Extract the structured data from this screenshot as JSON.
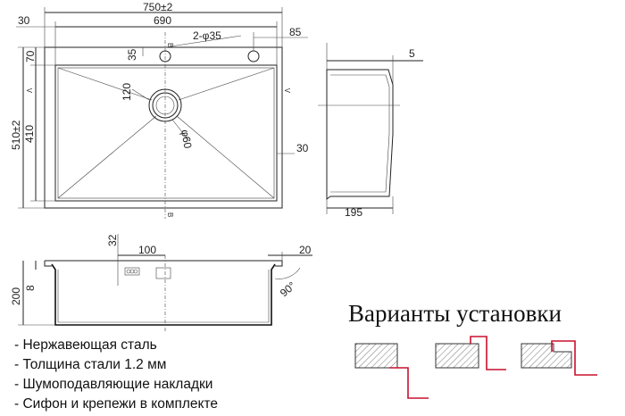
{
  "dimensions": {
    "total_width": "750±2",
    "bowl_width": "690",
    "edge_left": "30",
    "edge_right": "85",
    "holes": "2-φ35",
    "hole_offset": "35",
    "top_edge": "70",
    "total_depth": "510±2",
    "bowl_depth": "410",
    "radius": "120",
    "drain": "φ60",
    "side_thickness": "5",
    "side_gap": "30",
    "side_depth": "195",
    "section_32": "32",
    "section_100": "100",
    "section_20": "20",
    "section_height": "200",
    "section_8": "8",
    "angle": "90°",
    "section_mark": "B"
  },
  "install": {
    "title": "Варианты установки"
  },
  "specs": [
    "- Нержавеющая сталь",
    "- Толщина стали 1.2 мм",
    "- Шумоподавляющие накладки",
    "- Сифон и крепежи в комплекте"
  ],
  "colors": {
    "line": "#222222",
    "accent": "#c8102e"
  }
}
